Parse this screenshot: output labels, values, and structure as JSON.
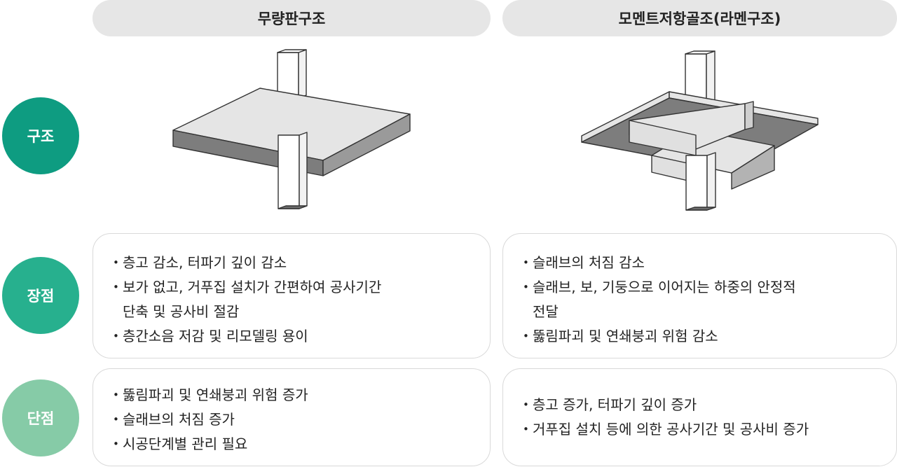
{
  "columns": {
    "left": "무량판구조",
    "right": "모멘트저항골조(라멘구조)"
  },
  "rows": {
    "structure": "구조",
    "pros": "장점",
    "cons": "단점"
  },
  "pros": {
    "left": [
      "층고 감소, 터파기 깊이 감소",
      "보가 없고, 거푸집 설치가 간편하여 공사기간",
      "단축 및 공사비 절감",
      "층간소음 저감 및 리모델링 용이"
    ],
    "right": [
      "슬래브의 처짐 감소",
      "슬래브, 보, 기둥으로 이어지는 하중의 안정적",
      "전달",
      "뚫림파괴 및 연쇄붕괴 위험 감소"
    ]
  },
  "cons": {
    "left": [
      "뚫림파괴 및 연쇄붕괴 위험 증가",
      "슬래브의 처짐 증가",
      "시공단계별 관리 필요"
    ],
    "right": [
      "층고 증가, 터파기 깊이 증가",
      "거푸집 설치 등에 의한 공사기간 및 공사비 증가"
    ]
  },
  "colors": {
    "header_bg": "#e6e6e6",
    "structure_circle": "#0e9c81",
    "pros_circle": "#27b08e",
    "cons_circle": "#86cba7",
    "slab_top": "#e5e5e5",
    "slab_underside": "#7d7d7d"
  }
}
